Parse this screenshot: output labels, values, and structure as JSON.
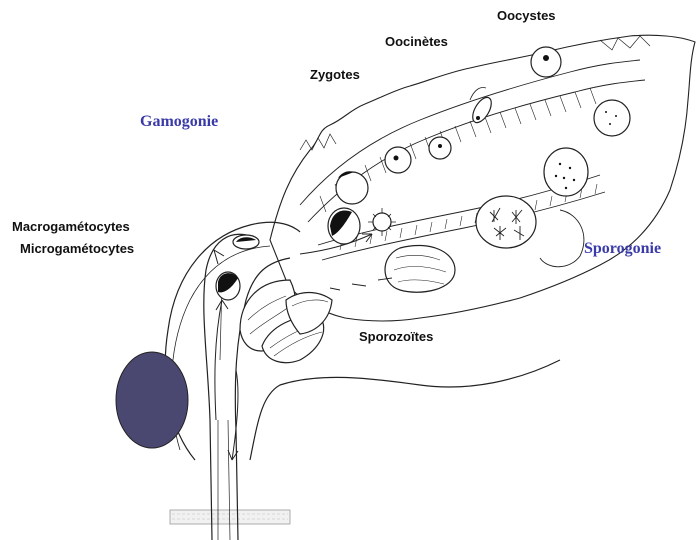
{
  "labels": {
    "oocystes": "Oocystes",
    "oocinetes": "Oocinètes",
    "zygotes": "Zygotes",
    "macrogametocytes": "Macrogamétocytes",
    "microgametocytes": "Microgamétocytes",
    "sporozoites": "Sporozoïtes"
  },
  "phases": {
    "gamogonie": "Gamogonie",
    "sporogonie": "Sporogonie"
  },
  "colors": {
    "phase_text": "#3a3aa8",
    "label_text": "#111111",
    "salivary_gland_fill": "#4a4870",
    "line": "#222222"
  }
}
